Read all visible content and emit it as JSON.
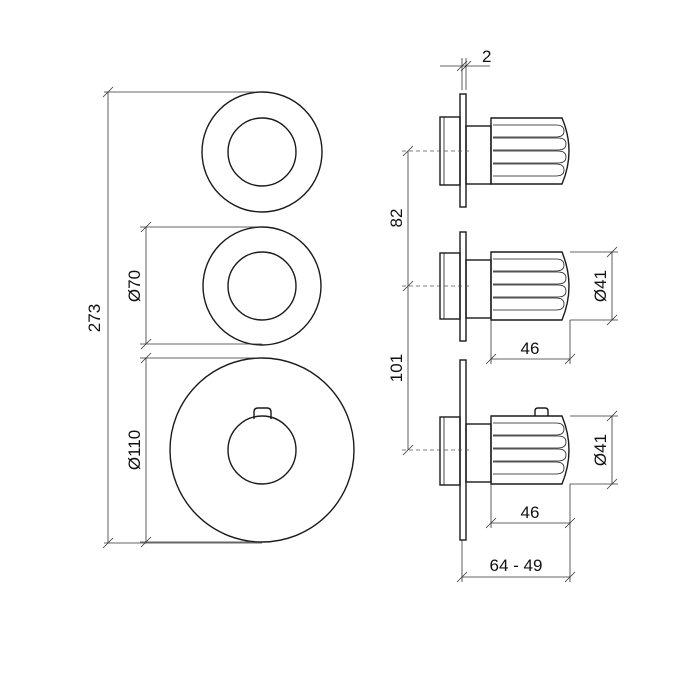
{
  "dimensions": {
    "total_height": "273",
    "knob_diameter": "Ø70",
    "plate_diameter": "Ø110",
    "plate_thickness": "2",
    "spacing_upper": "82",
    "spacing_lower": "101",
    "handle_diameter_middle": "Ø41",
    "handle_diameter_bottom": "Ø41",
    "handle_length_middle": "46",
    "handle_length_bottom": "46",
    "projection_range": "64 - 49"
  }
}
